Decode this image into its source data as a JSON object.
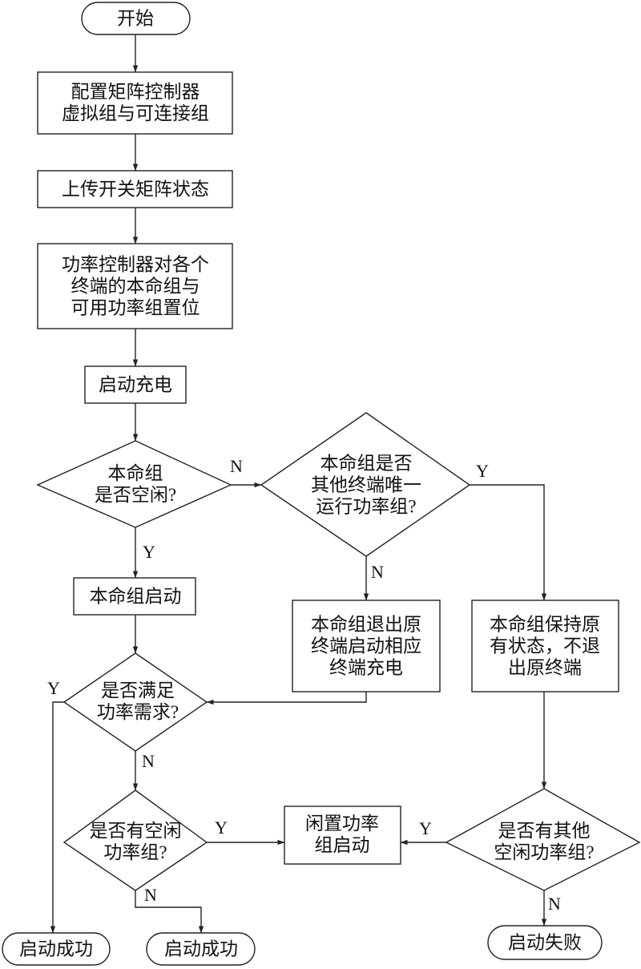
{
  "nodes": {
    "start": [
      "开始"
    ],
    "configure": [
      "配置矩阵控制器",
      "虚拟组与可连接组"
    ],
    "upload_state": [
      "上传开关矩阵状态"
    ],
    "set_groups": [
      "功率控制器对各个",
      "终端的本命组与",
      "可用功率组置位"
    ],
    "start_charging": [
      "启动充电"
    ],
    "q_own_idle": [
      "本命组",
      "是否空闲?"
    ],
    "q_only_group": [
      "本命组是否",
      "其他终端唯一",
      "运行功率组?"
    ],
    "own_start": [
      "本命组启动"
    ],
    "exit_original": [
      "本命组退出原",
      "终端启动相应",
      "终端充电"
    ],
    "keep_state": [
      "本命组保持原",
      "有状态，不退",
      "出原终端"
    ],
    "q_power_met": [
      "是否满足",
      "功率需求?"
    ],
    "q_idle_group": [
      "是否有空闲",
      "功率组?"
    ],
    "idle_start": [
      "闲置功率",
      "组启动"
    ],
    "q_other_idle": [
      "是否有其他",
      "空闲功率组?"
    ],
    "success_1": [
      "启动成功"
    ],
    "success_2": [
      "启动成功"
    ],
    "fail": [
      "启动失败"
    ]
  },
  "edge_labels": {
    "own_idle_no": "N",
    "own_idle_yes": "Y",
    "only_group_yes": "Y",
    "only_group_no": "N",
    "power_met_yes": "Y",
    "power_met_no": "N",
    "idle_group_yes": "Y",
    "idle_group_no": "N",
    "other_idle_yes": "Y",
    "other_idle_no": "N"
  }
}
